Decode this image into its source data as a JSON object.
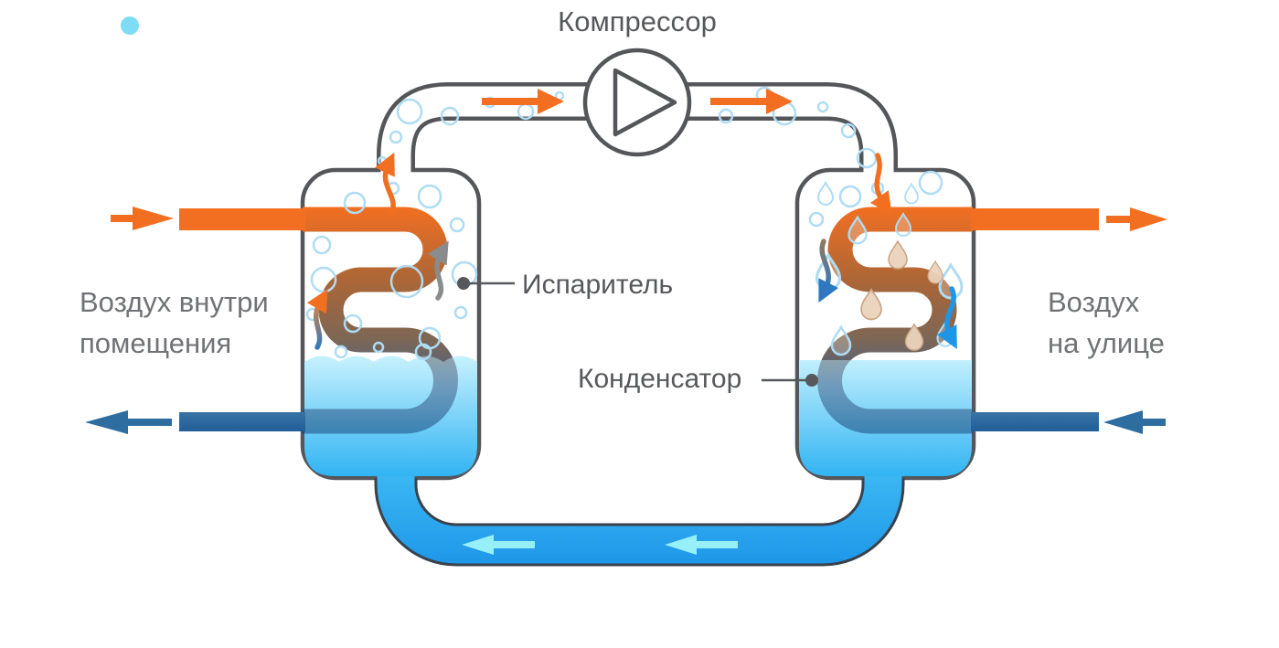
{
  "diagram": {
    "title": "Компрессор",
    "callouts": {
      "evaporator": "Испаритель",
      "condenser": "Конденсатор"
    },
    "air_inside": {
      "line1": "Воздух внутри",
      "line2": "помещения"
    },
    "air_outside": {
      "line1": "Воздух",
      "line2": "на улице"
    }
  },
  "icons": {
    "compressor": "play-triangle-icon",
    "flow_up": "rising-vapor-arrows",
    "flow_down": "condensing-flow-arrows"
  },
  "colors": {
    "orange": "#F26F21",
    "gray_stroke": "#55565A",
    "text_dark": "#57585B",
    "text_gray": "#717275",
    "steel_blue": "#2E6DA0",
    "steel_blue_light": "#3A73A6",
    "steel_blue_dark": "#1F5C96",
    "bottom_pipe_light": "#3FBCF4",
    "bottom_pipe_dark": "#1E96E8",
    "bottom_pipe_outline": "#39424C",
    "liquid_top": "#C6F1FD",
    "liquid_bottom": "#2FB3F3",
    "cyan_arrow": "#97EFF7",
    "bubble": "#AEDCF3",
    "drop_fill": "#EBD3BC",
    "drop_stroke": "#C9A385",
    "coil_orange": "#F26F21",
    "coil_rust": "#AC6637",
    "coil_brown": "#7C6756",
    "coil_slate": "#46618A",
    "coil_navy": "#1A4B7D",
    "gray_arrow": "#8A8B8D",
    "bright_blue": "#1E96E8",
    "arrow_blue": "#2E78C0",
    "arrow_brown": "#8F7A60",
    "arrow_orange_light": "#E0823F",
    "cyan_dot": "#7EDCF5"
  }
}
